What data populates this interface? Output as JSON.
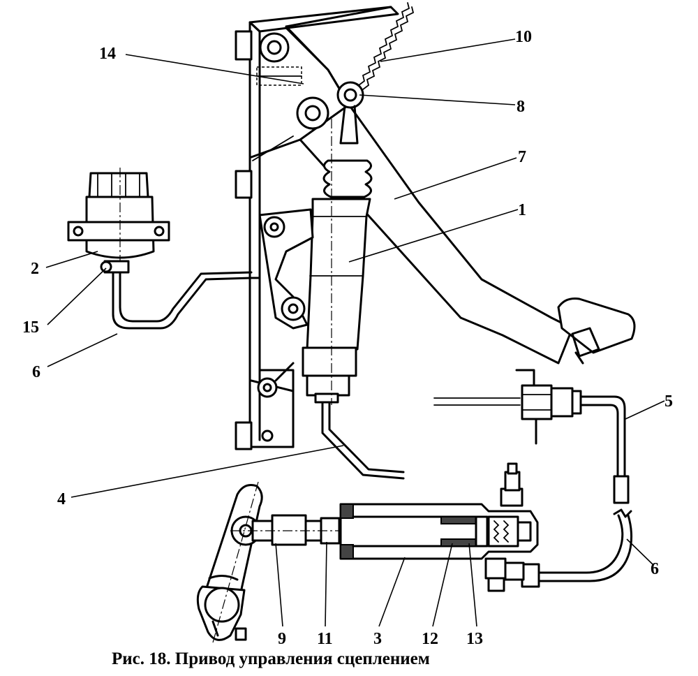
{
  "caption": "Рис. 18. Привод управления сцеплением",
  "callouts": {
    "c1": "1",
    "c2": "2",
    "c3": "3",
    "c4": "4",
    "c5": "5",
    "c6a": "6",
    "c6b": "6",
    "c7": "7",
    "c8": "8",
    "c9": "9",
    "c10": "10",
    "c11": "11",
    "c12": "12",
    "c13": "13",
    "c14": "14",
    "c15": "15"
  }
}
